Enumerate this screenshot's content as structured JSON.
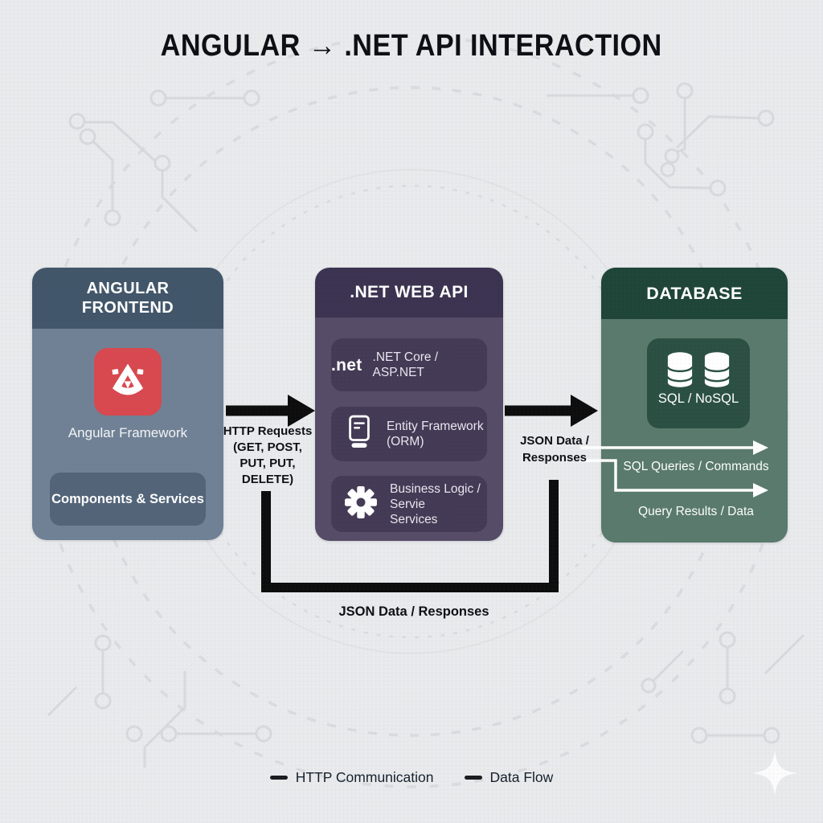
{
  "title": "ANGULAR → .NET API INTERACTION",
  "nodes": {
    "angular": {
      "title": "ANGULAR FRONTEND",
      "framework_label": "Angular Framework",
      "card_label": "Components & Services",
      "icon": "angular-logo-icon",
      "accent_color": "#d8484f"
    },
    "api": {
      "title": ".NET WEB API",
      "cards": [
        {
          "logo_text": ".net",
          "label": ".NET Core / ASP.NET",
          "icon": "dotnet-logo"
        },
        {
          "label_line1": "Entity Framework",
          "label_line2": "(ORM)",
          "icon": "tablet-document-icon"
        },
        {
          "label_line1": "Business Logic / Servie",
          "label_line2": "Services",
          "icon": "gear-icon"
        }
      ]
    },
    "database": {
      "title": "DATABASE",
      "card_label": "SQL / NoSQL",
      "icon": "database-cylinders-icon",
      "flow_labels": [
        "SQL Queries / Commands",
        "Query Results / Data"
      ]
    }
  },
  "edges": {
    "http_request": {
      "line1": "HTTP Requests",
      "line2": "(GET, POST,",
      "line3": "PUT, PUT,",
      "line4": "DELETE)"
    },
    "json_response_side": {
      "line1": "JSON Data /",
      "line2": "Responses"
    },
    "json_response_bottom": "JSON Data / Responses"
  },
  "legend": {
    "items": [
      {
        "label": "HTTP Communication"
      },
      {
        "label": "Data Flow"
      }
    ]
  },
  "colors": {
    "background": "#e9eaec",
    "angular_header": "#42566a",
    "angular_body": "#708195",
    "angular_card": "#536478",
    "angular_accent": "#d8484f",
    "api_header": "#3b3350",
    "api_body": "#564c67",
    "api_card": "#443a55",
    "db_header": "#1f4538",
    "db_body": "#597a6c",
    "db_card": "#2b5043",
    "arrow_black": "#0d0d0d",
    "arrow_white": "#ffffff",
    "text_dark": "#0d1014"
  }
}
